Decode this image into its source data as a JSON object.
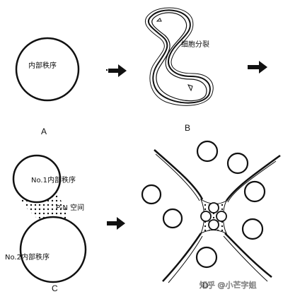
{
  "panels": {
    "a": {
      "letter": "A",
      "label": "内部秩序"
    },
    "b": {
      "letter": "B",
      "label": "细胞分裂"
    },
    "c": {
      "letter": "C",
      "label_top": "No.1内部秩序",
      "label_gap": "P-N 空间",
      "label_bottom": "No.2内部秩序"
    },
    "d": {
      "letter": "D"
    }
  },
  "watermark": {
    "text": "知乎 @小芒字姐"
  }
}
